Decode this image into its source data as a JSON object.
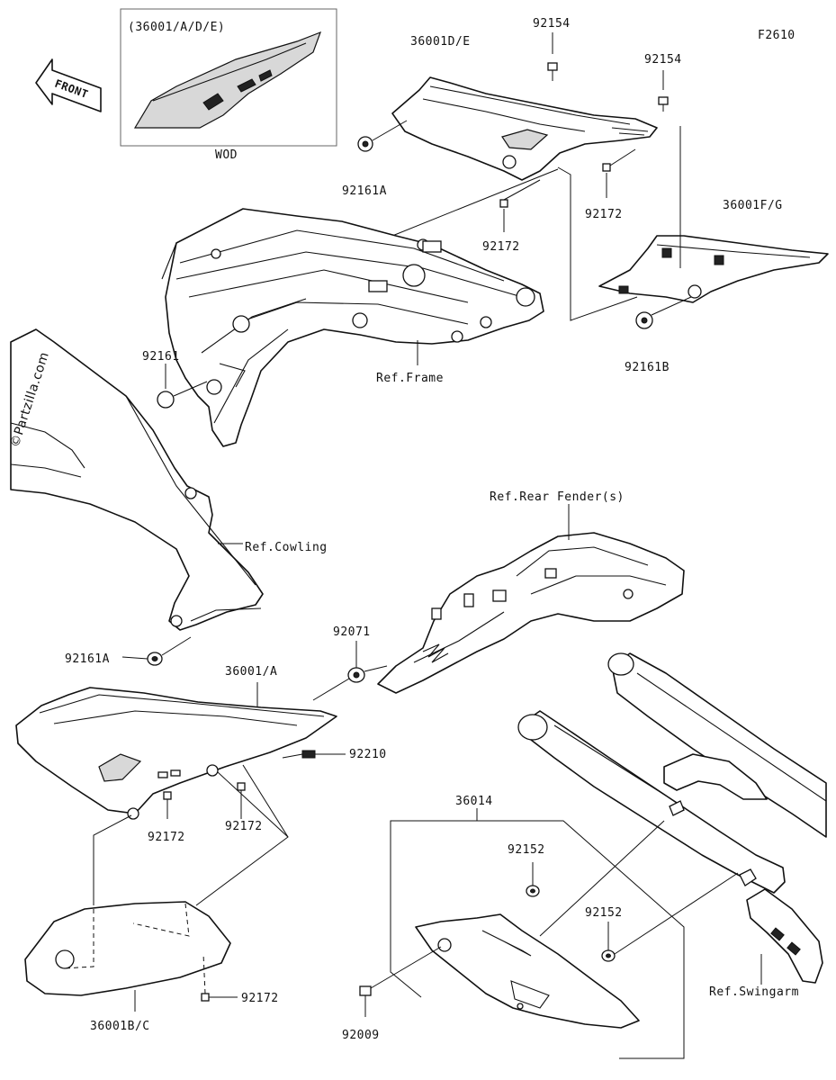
{
  "diagram_code": "F2610",
  "front_label": "FRONT",
  "watermark": "©Partzilla.com",
  "inset": {
    "title": "(36001/A/D/E)",
    "caption": "WOD"
  },
  "parts": {
    "p36001DE": "36001D/E",
    "p92154_a": "92154",
    "p92154_b": "92154",
    "p92161A_top": "92161A",
    "p92172_top_a": "92172",
    "p92172_top_b": "92172",
    "p36001FG": "36001F/G",
    "p92161B": "92161B",
    "p92161": "92161",
    "p92161A_mid": "92161A",
    "p36001A": "36001/A",
    "p92071": "92071",
    "p92210": "92210",
    "p92172_mid_a": "92172",
    "p92172_mid_b": "92172",
    "p36014": "36014",
    "p92152_a": "92152",
    "p92152_b": "92152",
    "p92172_bottom": "92172",
    "p36001BC": "36001B/C",
    "p92009": "92009"
  },
  "refs": {
    "frame": "Ref.Frame",
    "cowling": "Ref.Cowling",
    "rear_fender": "Ref.Rear Fender(s)",
    "swingarm": "Ref.Swingarm"
  }
}
